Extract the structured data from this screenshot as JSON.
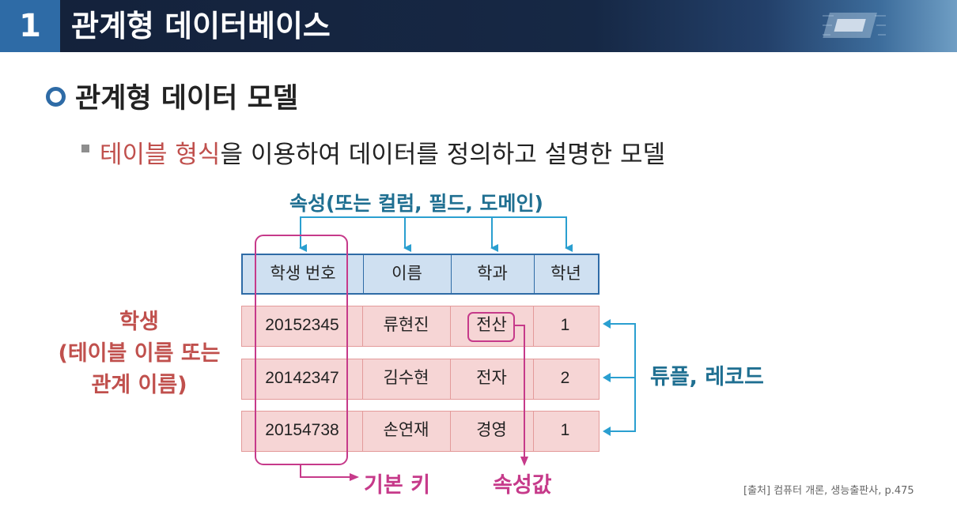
{
  "header": {
    "number": "1",
    "title": "관계형 데이터베이스"
  },
  "subtitle": "관계형 데이터 모델",
  "description": {
    "highlight": "테이블 형식",
    "rest": "을 이용하여 데이터를 정의하고 설명한 모델"
  },
  "diagram": {
    "attribute_label": "속성(또는 컬럼, 필드, 도메인)",
    "relation_label": [
      "학생",
      "(테이블 이름 또는",
      "관계 이름)"
    ],
    "tuple_label": "튜플, 레코드",
    "primary_key_label": "기본 키",
    "attribute_value_label": "속성값",
    "columns": [
      "학생 번호",
      "이름",
      "학과",
      "학년"
    ],
    "rows": [
      [
        "20152345",
        "류현진",
        "전산",
        "1"
      ],
      [
        "20142347",
        "김수현",
        "전자",
        "2"
      ],
      [
        "20154738",
        "손연재",
        "경영",
        "1"
      ]
    ]
  },
  "source": "[출처] 컴퓨터 개론, 생능출판사, p.475",
  "colors": {
    "accent_blue": "#2e6ba6",
    "teal": "#1f6f91",
    "red": "#c0504d",
    "magenta": "#c63a8a",
    "row_fill": "#f6d5d5",
    "header_fill": "#cfe0f1"
  }
}
